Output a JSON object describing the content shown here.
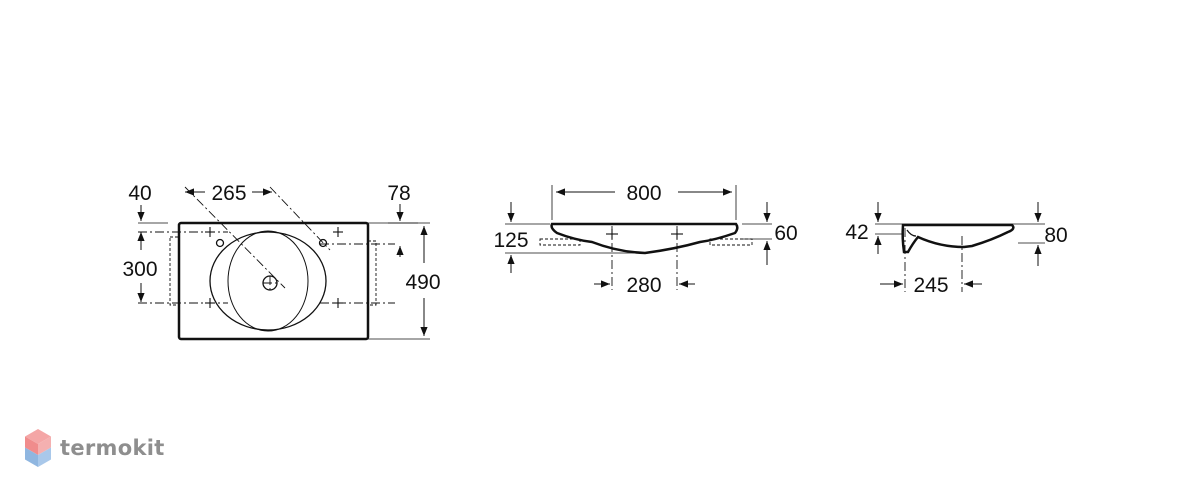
{
  "plan_view": {
    "dims": {
      "margin_left": "40",
      "hole_spacing": "265",
      "margin_right": "78",
      "bracket_spacing": "300",
      "depth": "490"
    }
  },
  "front_view": {
    "dims": {
      "width": "800",
      "height": "125",
      "rim_thickness": "60",
      "bracket_spacing": "280"
    }
  },
  "side_view": {
    "dims": {
      "rim_offset": "42",
      "height": "80",
      "depth": "245"
    }
  },
  "watermark": {
    "brand": "termokit",
    "colors": {
      "top": "#f08c8c",
      "bottom": "#8fb6e0",
      "text": "#8e8e8e"
    }
  }
}
